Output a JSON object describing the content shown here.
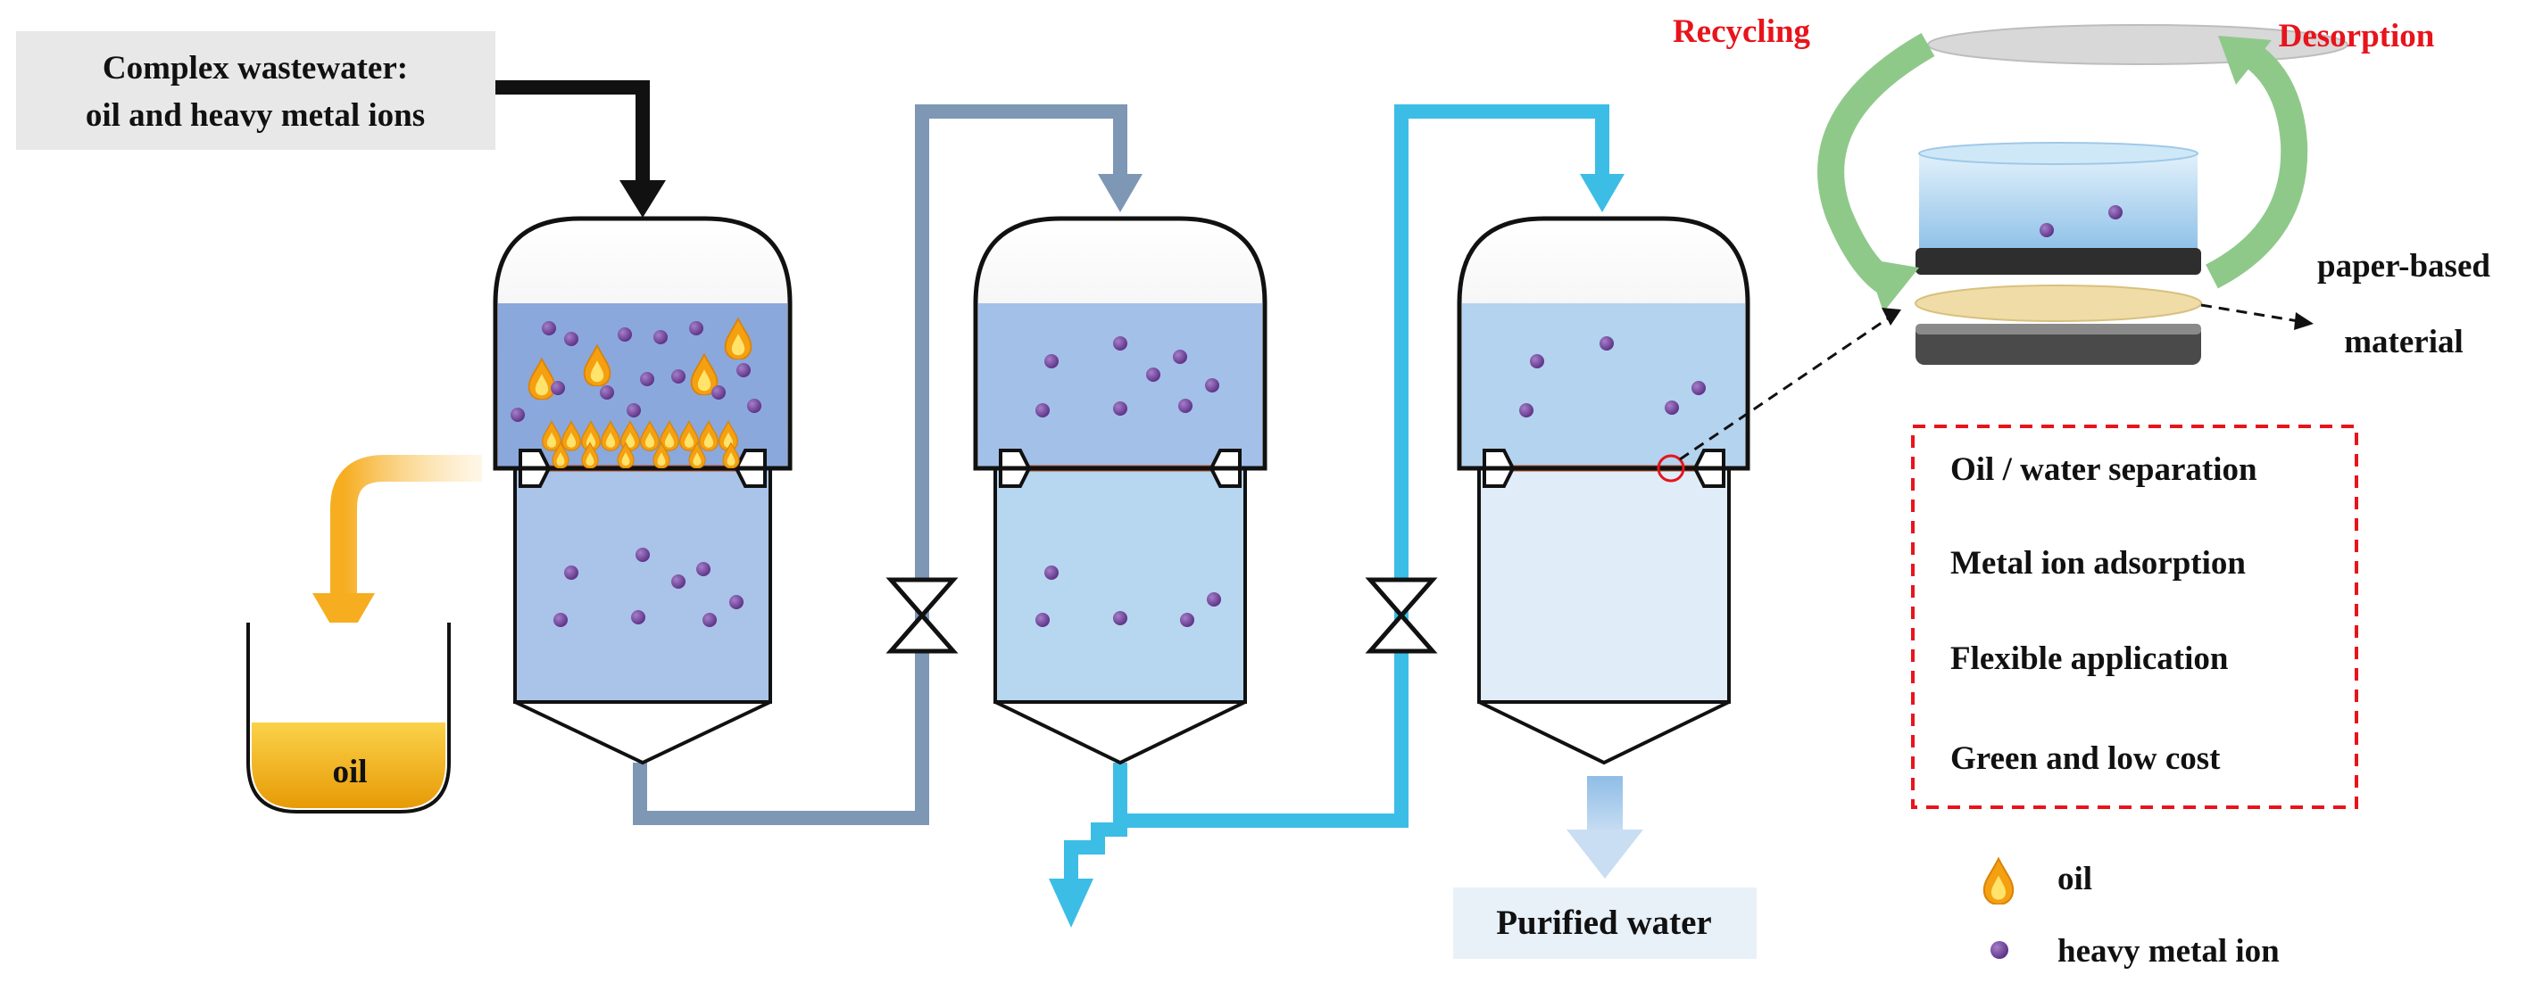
{
  "input_label": {
    "line1": "Complex wastewater:",
    "line2": "oil and heavy metal ions"
  },
  "oil_container_label": "oil",
  "output_label": "Purified water",
  "cycle": {
    "recycling": "Recycling",
    "desorption": "Desorption",
    "material_line1": "paper-based",
    "material_line2": "material"
  },
  "features": [
    "Oil / water separation",
    "Metal ion adsorption",
    "Flexible application",
    "Green and low cost"
  ],
  "legend": {
    "oil": "oil",
    "ion": "heavy metal ion"
  },
  "colors": {
    "inlet_arrow": "#111111",
    "pipe_1": "#7d97b5",
    "pipe_2": "#3cbde6",
    "oil": "#f5a70f",
    "ion": "#7b4fa0",
    "membrane": "#b5532b",
    "cycle_arrow": "#8fc98a",
    "dashed_box": "#e8141c",
    "label_box": "#e8e8e8"
  }
}
